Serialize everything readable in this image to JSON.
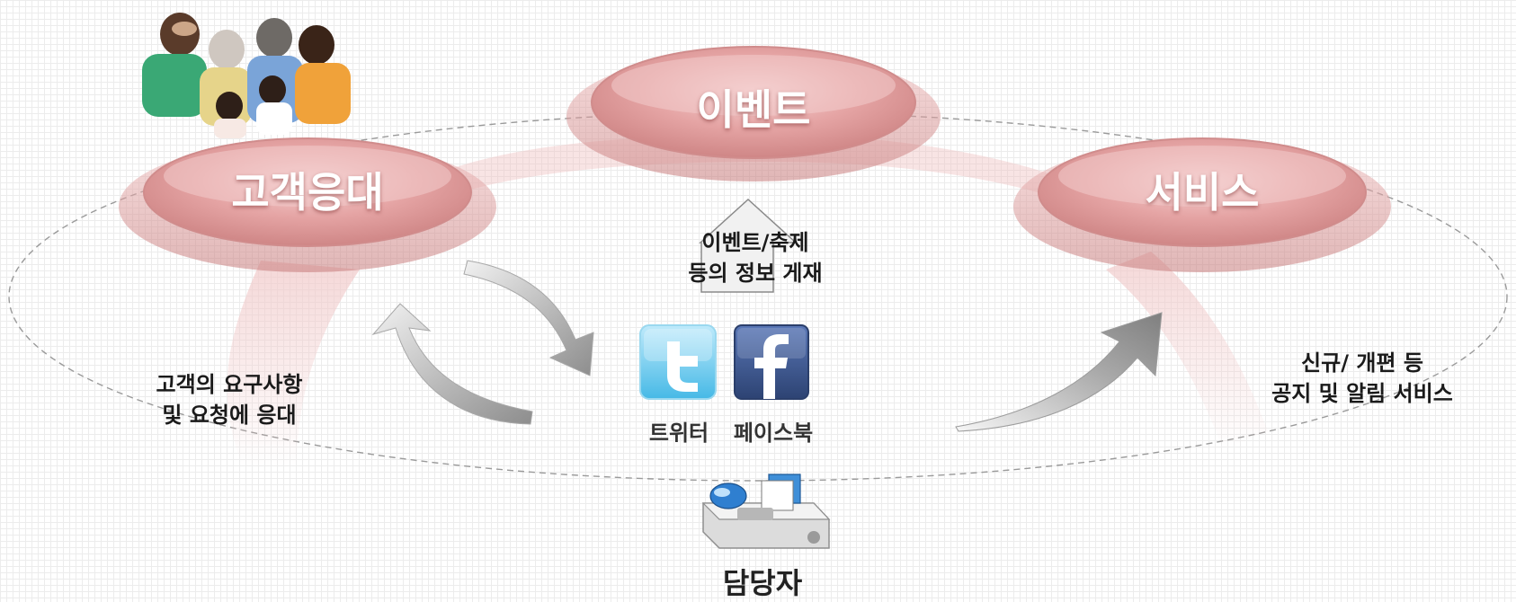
{
  "nodes": {
    "event": "이벤트",
    "customer_service": "고객응대",
    "service": "서비스"
  },
  "captions": {
    "event_info_line1": "이벤트/축제",
    "event_info_line2": "등의 정보 게재",
    "customer_line1": "고객의 요구사항",
    "customer_line2": "및 요청에 응대",
    "service_line1": "신규/ 개편 등",
    "service_line2": "공지 및 알림 서비스"
  },
  "channels": {
    "twitter": "트위터",
    "facebook": "페이스북"
  },
  "staff": "담당자",
  "colors": {
    "disc": "#e7a7a7",
    "disc_dark": "#c77b7b",
    "twitter": "#5fc9ef",
    "facebook": "#3b5998"
  }
}
